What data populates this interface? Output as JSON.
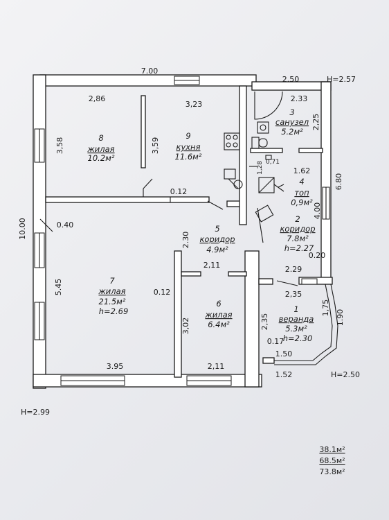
{
  "outer_dims": {
    "top_width": "7.00",
    "top_right_width": "2.50",
    "height_top_right": "H=2.57",
    "left_length": "10.00",
    "bottom_left_height": "H=2.99",
    "bottom_right_height": "H=2.50",
    "right_upper": "6.80",
    "right_lower": "1.90"
  },
  "inner_dims": {
    "d_2_86": "2,86",
    "d_3_23": "3,23",
    "d_3_58": "3,58",
    "d_3_59": "3,59",
    "d_0_12_a": "0.12",
    "d_0_40": "0.40",
    "d_2_30": "2.30",
    "d_2_11_a": "2,11",
    "d_0_12_b": "0.12",
    "d_5_45": "5.45",
    "d_3_02": "3,02",
    "d_3_95": "3.95",
    "d_2_11_b": "2,11",
    "d_2_35_a": "2,35",
    "d_2_33": "2.33",
    "d_2_25": "2,25",
    "d_1_28": "1,28",
    "d_0_71": "0,71",
    "d_1_62": "1.62",
    "d_4_00": "4.00",
    "d_0_20": "0.20",
    "d_2_29": "2.29",
    "d_2_35_b": "2,35",
    "d_1_75": "1,75",
    "d_0_17": "0.17",
    "d_1_50": "1.50",
    "d_1_52": "1.52"
  },
  "rooms": [
    {
      "num": "8",
      "name": "жилая",
      "area": "10.2м²"
    },
    {
      "num": "9",
      "name": "кухня",
      "area": "11.6м²"
    },
    {
      "num": "3",
      "name": "санузел",
      "area": "5.2м²"
    },
    {
      "num": "4",
      "name": "топ",
      "area": "0,9м²"
    },
    {
      "num": "2",
      "name": "коридор",
      "area": "7.8м²",
      "h": "h=2.27"
    },
    {
      "num": "5",
      "name": "коридор",
      "area": "4.9м²"
    },
    {
      "num": "7",
      "name": "жилая",
      "area": "21.5м²",
      "h": "h=2.69"
    },
    {
      "num": "6",
      "name": "жилая",
      "area": "6.4м²"
    },
    {
      "num": "1",
      "name": "веранда",
      "area": "5.3м²",
      "h": "h=2.30"
    }
  ],
  "totals": [
    "38.1м²",
    "68.5м²",
    "73.8м²"
  ]
}
